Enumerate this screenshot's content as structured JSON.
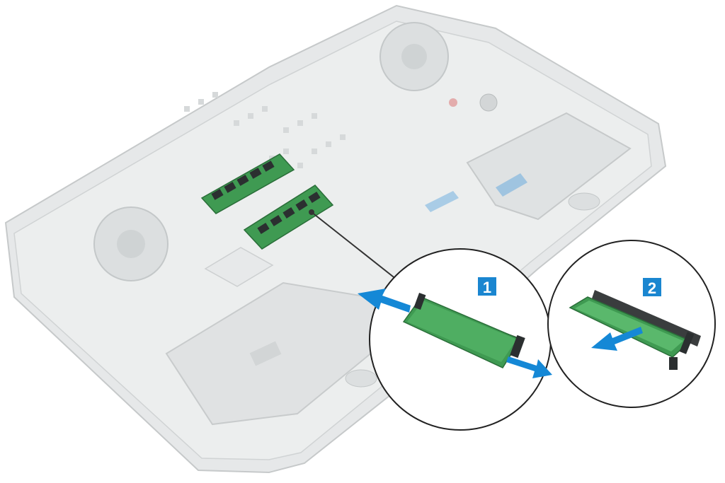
{
  "illustration": {
    "subject": "laptop-base-memory-modules",
    "colors": {
      "chassis": "#e3e5e6",
      "chassis_edge": "#c9cccd",
      "detail": "#cfd2d3",
      "pcb_green": "#3f9a52",
      "pcb_light": "#6cc080",
      "chip": "#2b2f30",
      "arrow_blue": "#1588d6",
      "badge_blue": "#1a86d0",
      "callout_line": "#333333"
    }
  },
  "steps": [
    {
      "number": "1",
      "description_icon": "memory-slot-clips-spread-icon"
    },
    {
      "number": "2",
      "description_icon": "memory-module-slide-out-icon"
    }
  ]
}
